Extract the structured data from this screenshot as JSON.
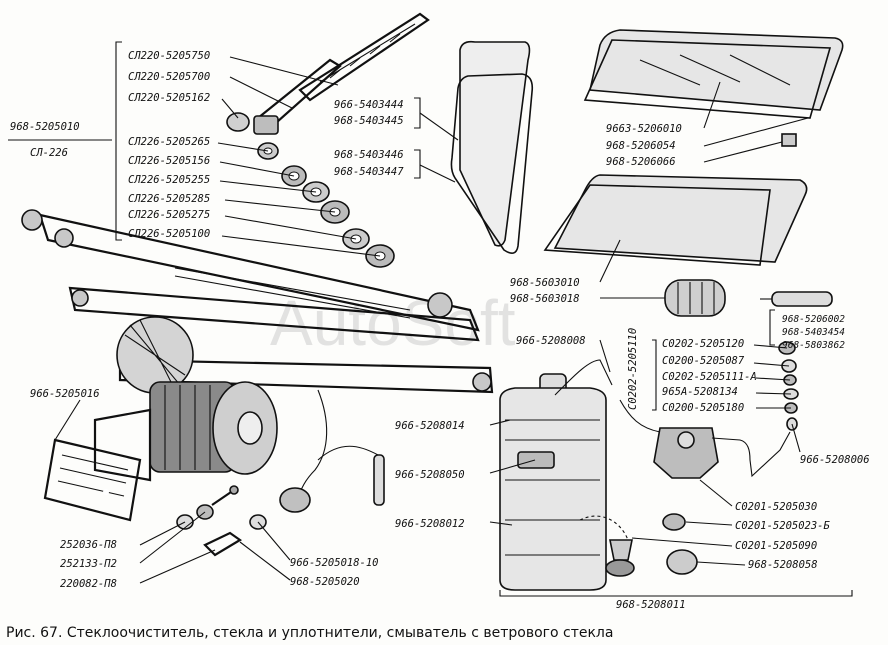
{
  "watermark": "AutoSoft",
  "caption": "Рис. 67. Стеклоочиститель, стекла и уплотнители, смыватель с ветрового стекла",
  "labels": {
    "assembly_code": "968-5205010",
    "assembly_sub": "СЛ-226",
    "sl220_750": "СЛ220-5205750",
    "sl220_700": "СЛ220-5205700",
    "sl220_162": "СЛ220-5205162",
    "sl226_265": "СЛ226-5205265",
    "sl226_156": "СЛ226-5205156",
    "sl226_255": "СЛ226-5205255",
    "sl226_285": "СЛ226-5205285",
    "sl226_275": "СЛ226-5205275",
    "sl226_100": "СЛ226-5205100",
    "p444": "966-5403444",
    "p445": "968-5403445",
    "p446": "968-5403446",
    "p447": "968-5403447",
    "p6010": "9663-5206010",
    "p6054": "968-5206054",
    "p6066": "968-5206066",
    "p3010": "968-5603010",
    "p3018": "968-5603018",
    "p8008": "966-5208008",
    "p5110": "С0202-5205110",
    "p6002": "968-5206002",
    "p3454": "968-5403454",
    "p3862": "968-5803862",
    "c5120": "С0202-5205120",
    "c5087": "С0200-5205087",
    "c5111": "С0202-5205111-А",
    "c8134": "965А-5208134",
    "c5180": "С0200-5205180",
    "p8006": "966-5208006",
    "p5016": "966-5205016",
    "p8014": "966-5208014",
    "p8050": "966-5208050",
    "p8012": "966-5208012",
    "c5030": "С0201-5205030",
    "c5023": "С0201-5205023-Б",
    "c5090": "С0201-5205090",
    "p8058": "968-5208058",
    "p8011": "968-5208011",
    "w252036": "252036-П8",
    "w252133": "252133-П2",
    "w220082": "220082-П8",
    "p5018": "966-5205018-10",
    "p5020": "968-5205020"
  }
}
